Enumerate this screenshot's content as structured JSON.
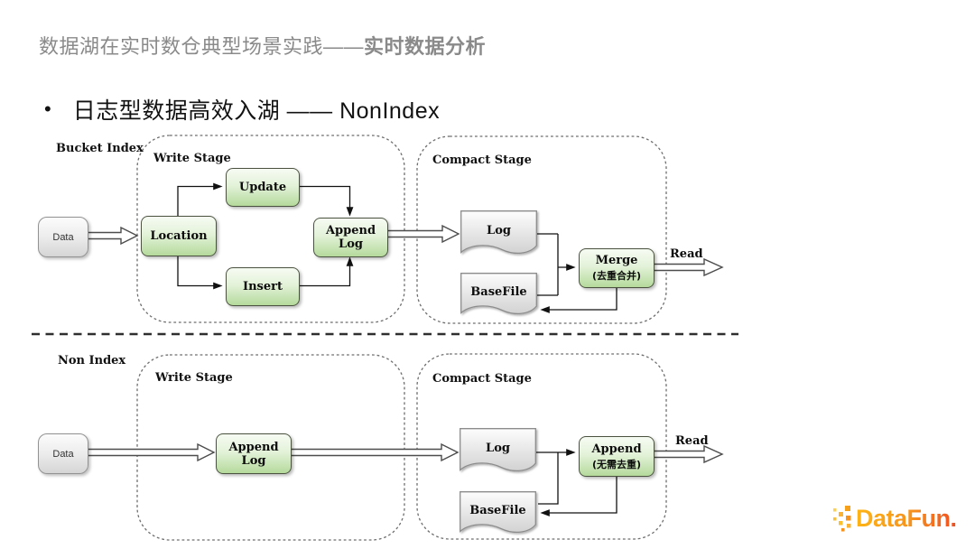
{
  "header": {
    "title_prefix": "数据湖在实时数仓典型场景实践——",
    "title_emphasis": "实时数据分析"
  },
  "bullet": {
    "marker": "•",
    "text": "日志型数据高效入湖 —— NonIndex"
  },
  "bucket_flow": {
    "section_label": "Bucket Index",
    "data_label": "Data",
    "write_stage_label": "Write Stage",
    "update_label": "Update",
    "location_label": "Location",
    "insert_label": "Insert",
    "append_log_label": "Append Log",
    "compact_stage_label": "Compact Stage",
    "log_label": "Log",
    "basefile_label": "BaseFile",
    "merge_label": "Merge",
    "merge_sublabel": "(去重合并)",
    "read_label": "Read"
  },
  "nonindex_flow": {
    "section_label": "Non Index",
    "data_label": "Data",
    "write_stage_label": "Write Stage",
    "append_log_label": "Append Log",
    "compact_stage_label": "Compact Stage",
    "log_label": "Log",
    "basefile_label": "BaseFile",
    "append_label": "Append",
    "append_sublabel": "(无需去重)",
    "read_label": "Read"
  },
  "logo": {
    "text": "DataFun."
  },
  "colors": {
    "node_green_bottom": "#b5da9c",
    "node_border": "#4b5340",
    "doc_gray_bottom": "#d2d2d2",
    "title_gray": "#8a8a8a",
    "logo_gradient_start": "#FDB515",
    "logo_gradient_end": "#F04E23"
  }
}
